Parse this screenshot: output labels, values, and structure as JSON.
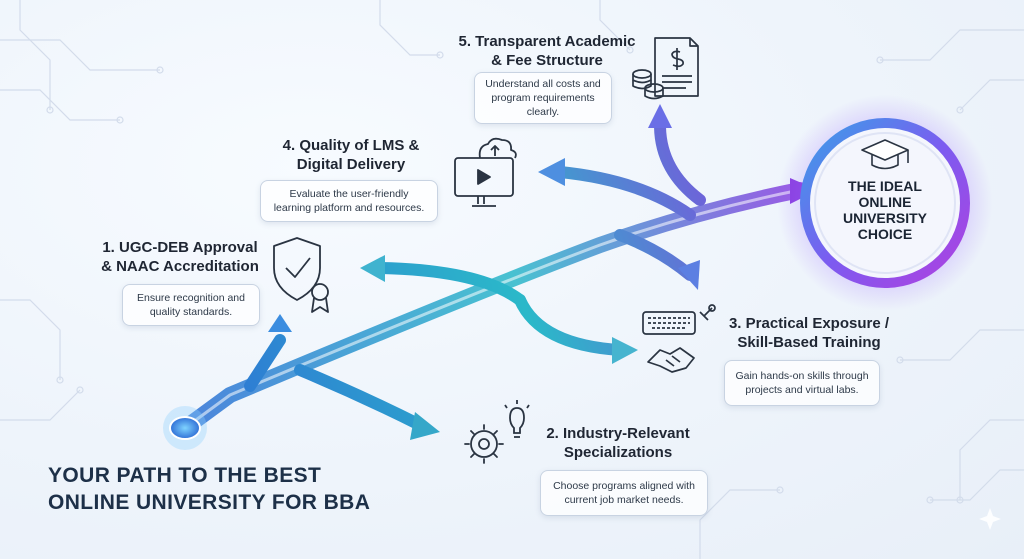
{
  "title": {
    "line1": "YOUR PATH TO THE BEST",
    "line2": "ONLINE UNIVERSITY FOR BBA"
  },
  "goal": {
    "lines": [
      "THE IDEAL",
      "ONLINE",
      "UNIVERSITY",
      "CHOICE"
    ],
    "icon": "graduation-cap-icon"
  },
  "steps": [
    {
      "heading_lines": [
        "1. UGC-DEB Approval",
        "& NAAC Accreditation"
      ],
      "desc_lines": [
        "Ensure recognition and",
        "quality standards."
      ],
      "icon": "shield-badge-icon"
    },
    {
      "heading_lines": [
        "2. Industry-Relevant",
        "Specializations"
      ],
      "desc_lines": [
        "Choose programs aligned with",
        "current job market needs."
      ],
      "icon": "gear-lightbulb-icon"
    },
    {
      "heading_lines": [
        "3. Practical Exposure /",
        "Skill-Based Training"
      ],
      "desc_lines": [
        "Gain hands-on skills through",
        "projects and virtual labs."
      ],
      "icon": "keyboard-handshake-icon"
    },
    {
      "heading_lines": [
        "4. Quality of LMS &",
        "Digital Delivery"
      ],
      "desc_lines": [
        "Evaluate the user-friendly",
        "learning platform and resources."
      ],
      "icon": "monitor-cloud-icon"
    },
    {
      "heading_lines": [
        "5. Transparent Academic",
        "& Fee Structure"
      ],
      "desc_lines": [
        "Understand all costs and",
        "program requirements",
        "clearly."
      ],
      "icon": "document-coins-icon"
    }
  ],
  "colors": {
    "path_start": "#2f6fd6",
    "path_mid": "#2bb8c9",
    "path_end": "#8a3fe0",
    "title": "#1d3048"
  }
}
